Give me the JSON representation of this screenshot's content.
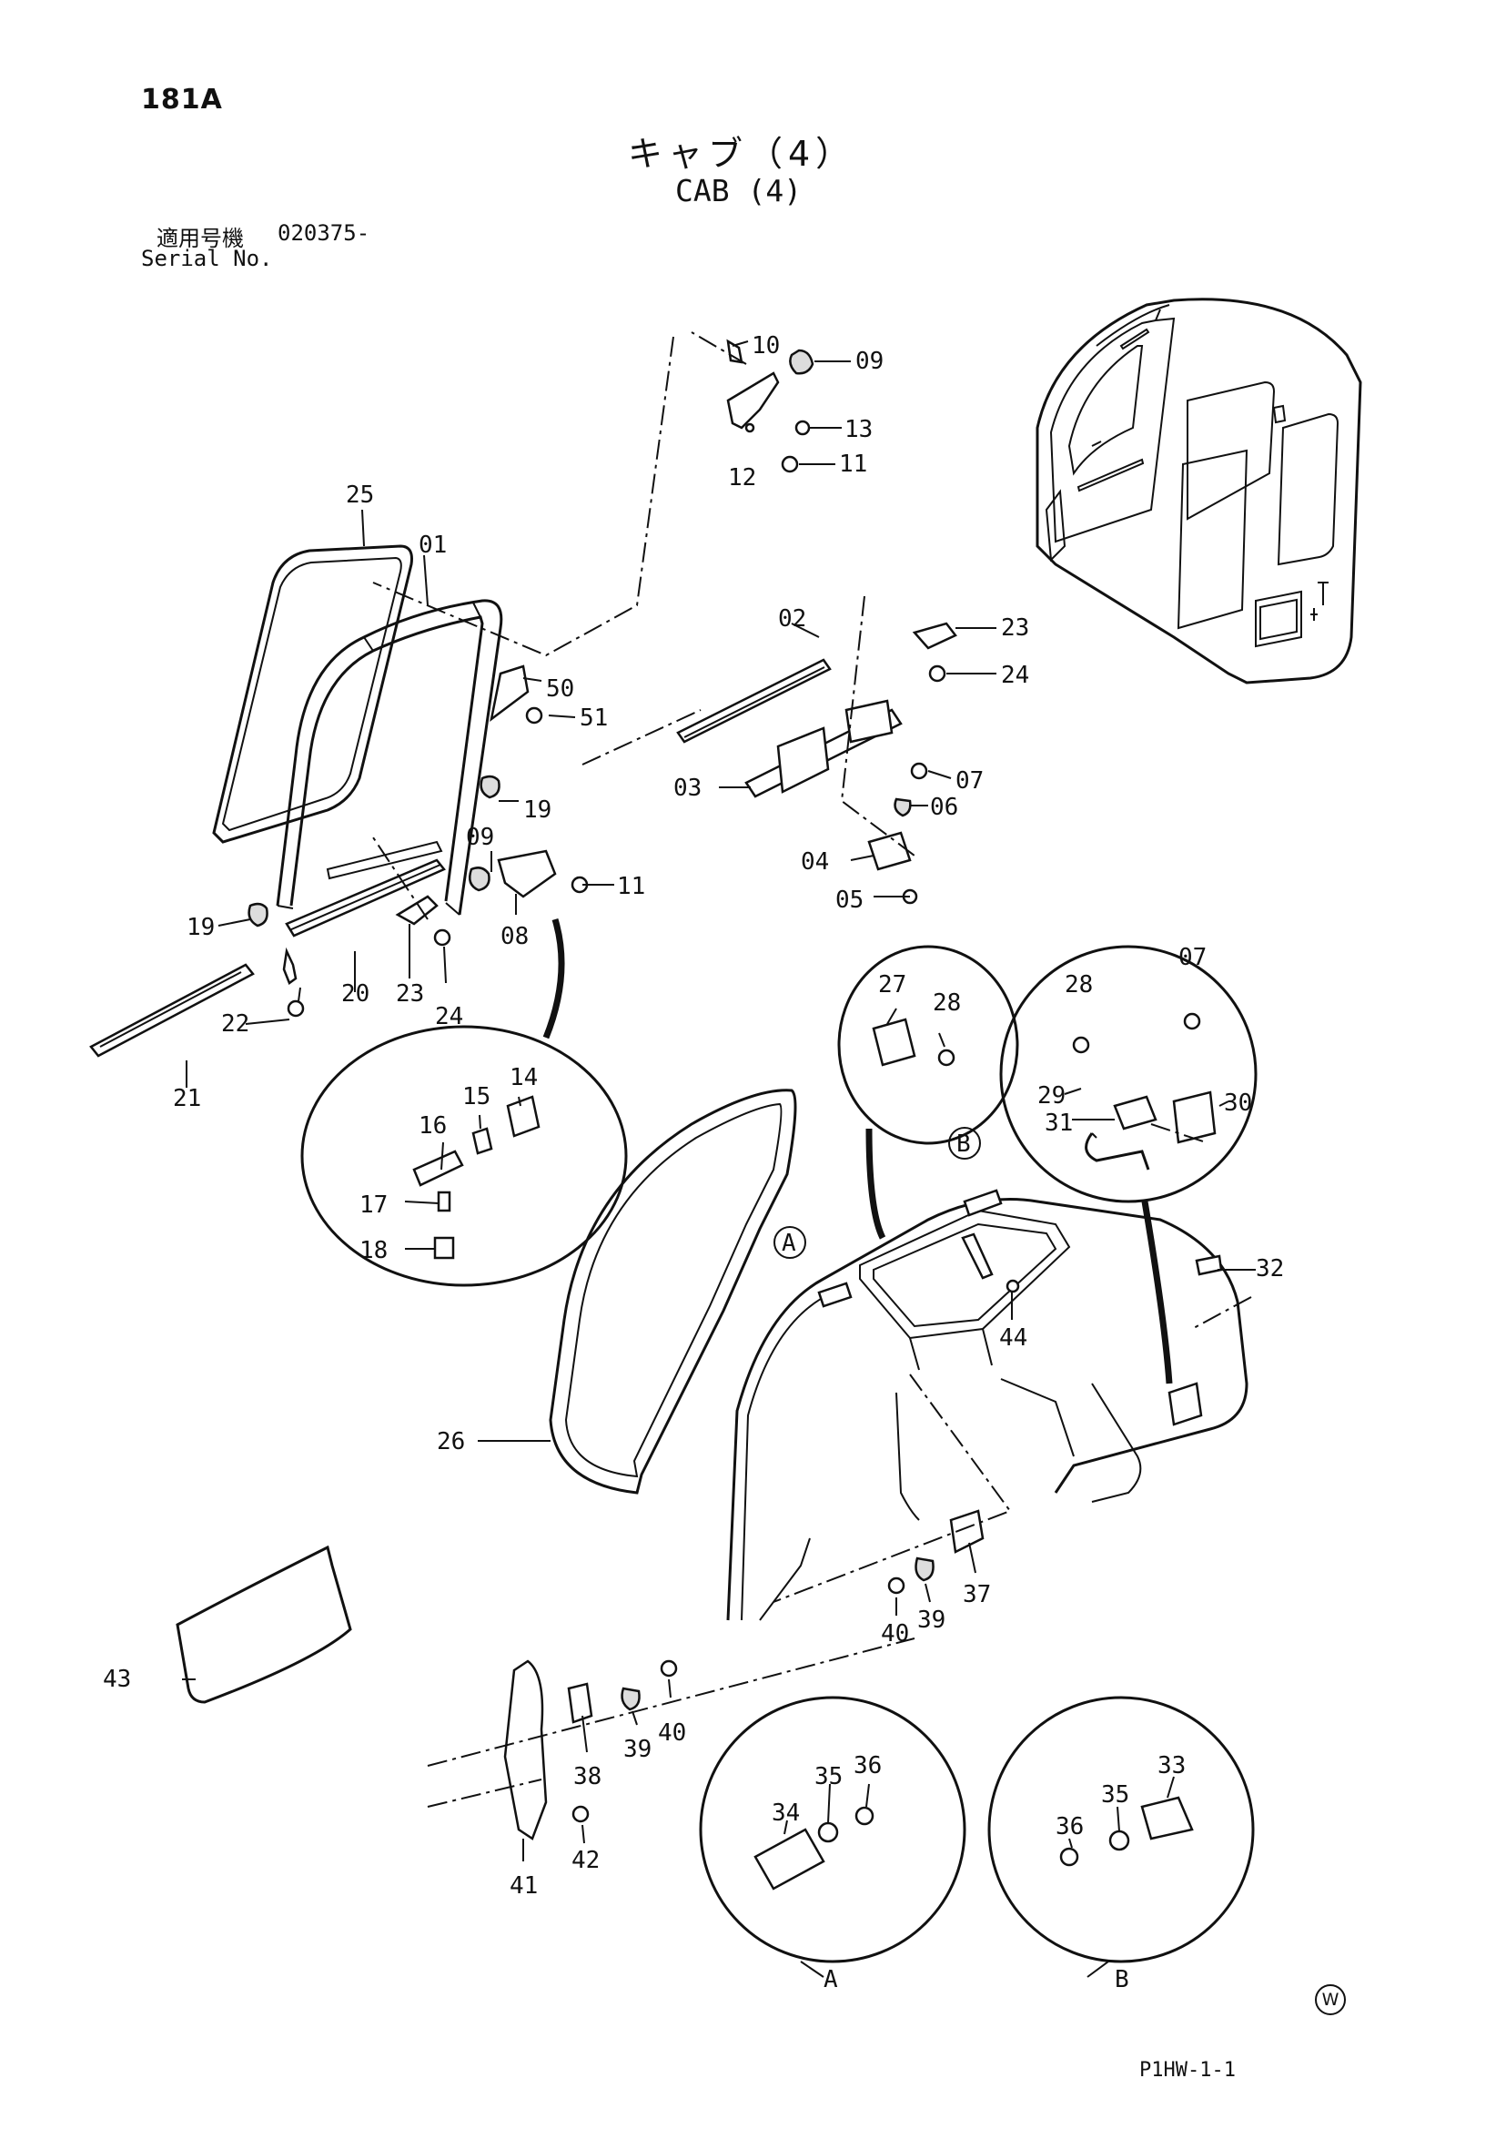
{
  "page_code": "181A",
  "title_jp": "キャブ（4）",
  "title_en": "CAB (4)",
  "serial_label_jp": "適用号機",
  "serial_value": "020375-",
  "serial_label_en": "Serial No.",
  "footer_code": "P1HW-1-1",
  "watermark_symbol": "W",
  "detail_labels": {
    "a": "A",
    "b": "B"
  },
  "callouts": {
    "c01": "01",
    "c02": "02",
    "c03": "03",
    "c04": "04",
    "c05": "05",
    "c06": "06",
    "c07a": "07",
    "c07b": "07",
    "c08": "08",
    "c09a": "09",
    "c09b": "09",
    "c10": "10",
    "c11a": "11",
    "c11b": "11",
    "c12": "12",
    "c13": "13",
    "c14": "14",
    "c15": "15",
    "c16": "16",
    "c17": "17",
    "c18": "18",
    "c19a": "19",
    "c19b": "19",
    "c20": "20",
    "c21": "21",
    "c22": "22",
    "c23a": "23",
    "c23b": "23",
    "c24a": "24",
    "c24b": "24",
    "c25": "25",
    "c26": "26",
    "c27": "27",
    "c28a": "28",
    "c28b": "28",
    "c29": "29",
    "c30": "30",
    "c31": "31",
    "c32": "32",
    "c33": "33",
    "c34": "34",
    "c35a": "35",
    "c35b": "35",
    "c36a": "36",
    "c36b": "36",
    "c37": "37",
    "c38": "38",
    "c39a": "39",
    "c39b": "39",
    "c40a": "40",
    "c40b": "40",
    "c41": "41",
    "c42": "42",
    "c43": "43",
    "c44": "44",
    "c50": "50",
    "c51": "51"
  }
}
